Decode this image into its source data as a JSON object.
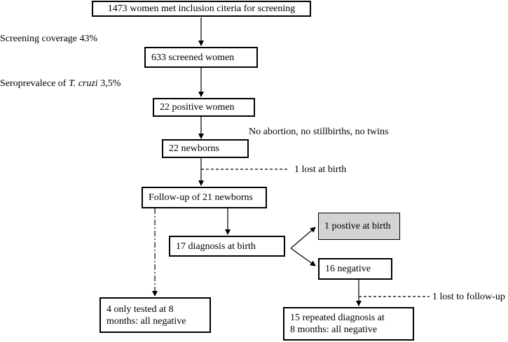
{
  "boxes": {
    "inclusion": "1473 women met inclusion citeria for screening",
    "screened": "633 screened women",
    "positive": "22 positive women",
    "newborns": "22 newborns",
    "followup": "Follow-up of 21 newborns",
    "diagnosis_birth": "17  diagnosis at birth",
    "positive_birth": "1 postive at birth",
    "negative": "16 negative",
    "only_tested_line1": "4 only tested at 8",
    "only_tested_line2": "months: all negative",
    "repeated_line1": "15 repeated diagnosis at",
    "repeated_line2": "8 months: all negative"
  },
  "notes": {
    "coverage": "Screening coverage 43%",
    "seroprevalence_prefix": "Seroprevalece of ",
    "seroprevalence_species": "T. cruzi",
    "seroprevalence_value": " 3,5%",
    "no_abortion": "No abortion, no stillbirths, no twins",
    "lost_birth": "1 lost at birth",
    "lost_followup": "1 lost to follow-up"
  },
  "colors": {
    "highlight_fill": "#d3d3d3",
    "line": "#000000"
  }
}
